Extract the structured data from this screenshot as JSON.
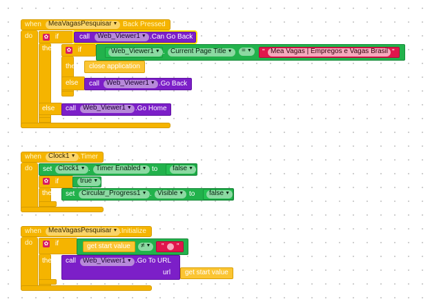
{
  "blocks": {
    "back_pressed": {
      "when": "when",
      "component": "MeaVagasPesquisar",
      "event": "Back Pressed",
      "do": "do",
      "if": "if",
      "then": "then",
      "else": "else",
      "call": "call",
      "cond_component": "Web_Viewer1",
      "cond_method": ".Can Go Back",
      "inner_if": "if",
      "inner_component": "Web_Viewer1",
      "inner_property": "Current Page Title",
      "inner_op": "=",
      "inner_text": "Mea Vagas | Empregos e Vagas Brasil",
      "close_app": "close application",
      "goback_component": "Web_Viewer1",
      "goback_method": ".Go Back",
      "gohome_component": "Web_Viewer1",
      "gohome_method": ".Go Home"
    },
    "timer": {
      "when": "when",
      "component": "Clock1",
      "event": ".Timer",
      "do": "do",
      "set": "set",
      "to": "to",
      "if": "if",
      "then": "then",
      "set_component": "Clock1",
      "set_property": "Timer Enabled",
      "set_value": "false",
      "cond_value": "true",
      "progress_component": "Circular_Progress1",
      "progress_property": "Visible",
      "progress_value": "false"
    },
    "initialize": {
      "when": "when",
      "component": "MeaVagasPesquisar",
      "event": ".Initialize",
      "do": "do",
      "if": "if",
      "then": "then",
      "call": "call",
      "url": "url",
      "start_value": "get start value",
      "op": "≠",
      "empty_text": "",
      "component2": "Web_Viewer1",
      "method": ".Go To URL",
      "url_value": "get start value"
    }
  },
  "colors": {
    "event": "#f5b400",
    "component": "#7c1fc8",
    "logic": "#22b24c",
    "text": "#e0164c"
  },
  "icons": {
    "mutator": "gear-icon",
    "dropdown": "triangle-down-icon"
  }
}
